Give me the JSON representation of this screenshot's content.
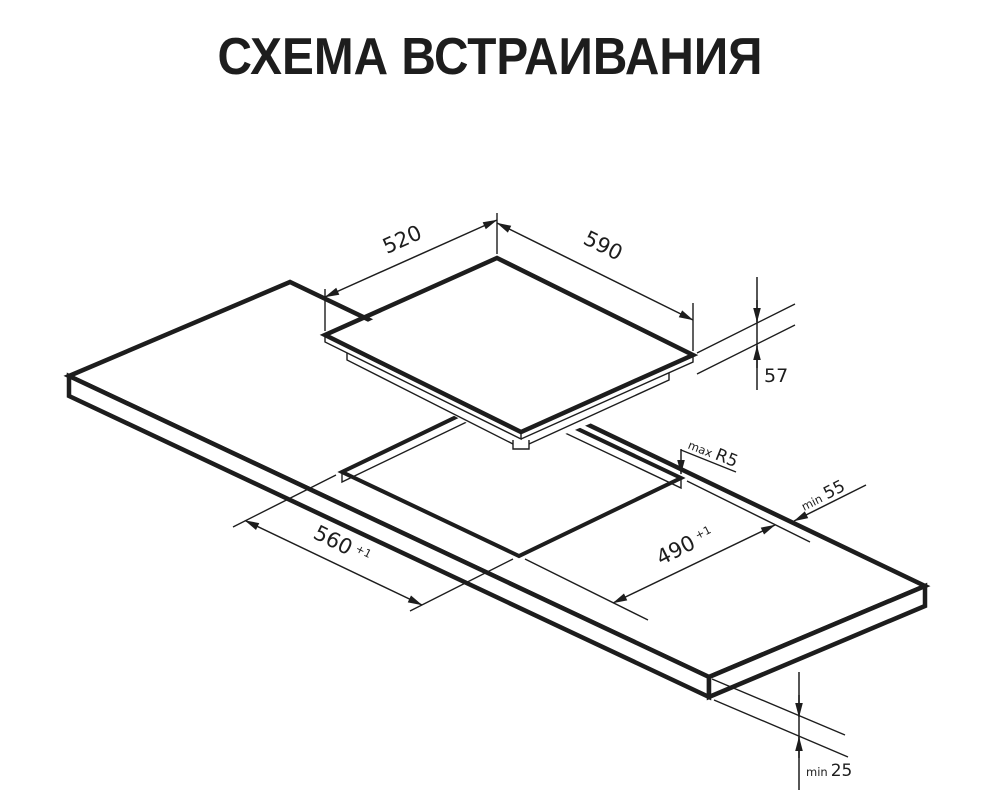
{
  "title": "СХЕМА ВСТРАИВАНИЯ",
  "colors": {
    "line": "#1d1d1d",
    "background": "#ffffff"
  },
  "dimensions": {
    "cooktop_depth": "520",
    "cooktop_width": "590",
    "cooktop_height": "57",
    "cutout_length": "560",
    "cutout_length_tol": "+1",
    "cutout_width": "490",
    "cutout_width_tol": "+1",
    "corner_radius_prefix": "max",
    "corner_radius": "R5",
    "rear_clearance_prefix": "min",
    "rear_clearance": "55",
    "countertop_thickness_prefix": "min",
    "countertop_thickness": "25"
  }
}
